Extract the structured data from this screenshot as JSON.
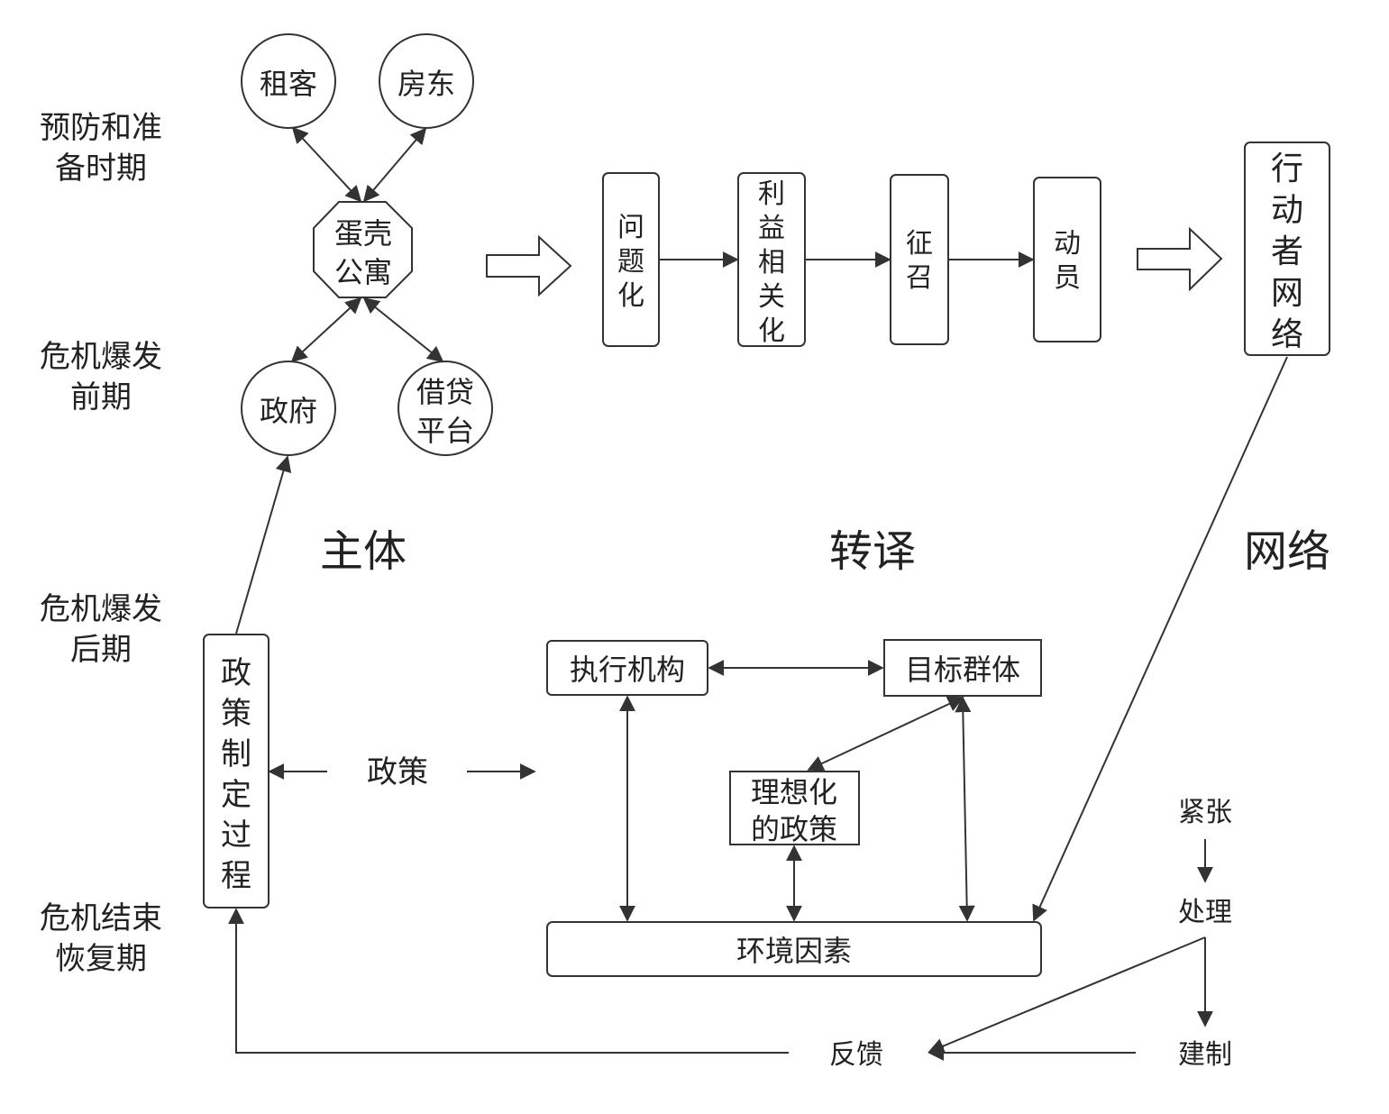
{
  "phases": {
    "prevention_line1": "预防和准",
    "prevention_line2": "备时期",
    "outbreak_early_line1": "危机爆发",
    "outbreak_early_line2": "前期",
    "outbreak_late_line1": "危机爆发",
    "outbreak_late_line2": "后期",
    "recovery_line1": "危机结束",
    "recovery_line2": "恢复期"
  },
  "actors": {
    "tenant": "租客",
    "landlord": "房东",
    "center_line1": "蛋壳",
    "center_line2": "公寓",
    "government": "政府",
    "lending_line1": "借贷",
    "lending_line2": "平台"
  },
  "translation_steps": {
    "problematization": [
      "问",
      "题",
      "化"
    ],
    "interessement": [
      "利",
      "益",
      "相",
      "关",
      "化"
    ],
    "enrollment": [
      "征",
      "召"
    ],
    "mobilization": [
      "动",
      "员"
    ],
    "actor_network": [
      "行",
      "动",
      "者",
      "网",
      "络"
    ]
  },
  "section_labels": {
    "subject": "主体",
    "translation": "转译",
    "network": "网络"
  },
  "policy_model": {
    "policy_process": [
      "政",
      "策",
      "制",
      "定",
      "过",
      "程"
    ],
    "policy_label": "政策",
    "executing_agency": "执行机构",
    "target_group": "目标群体",
    "idealized_line1": "理想化",
    "idealized_line2": "的政策",
    "environment": "环境因素"
  },
  "feedback_loop": {
    "tension": "紧张",
    "handling": "处理",
    "construction": "建制",
    "feedback": "反馈"
  }
}
